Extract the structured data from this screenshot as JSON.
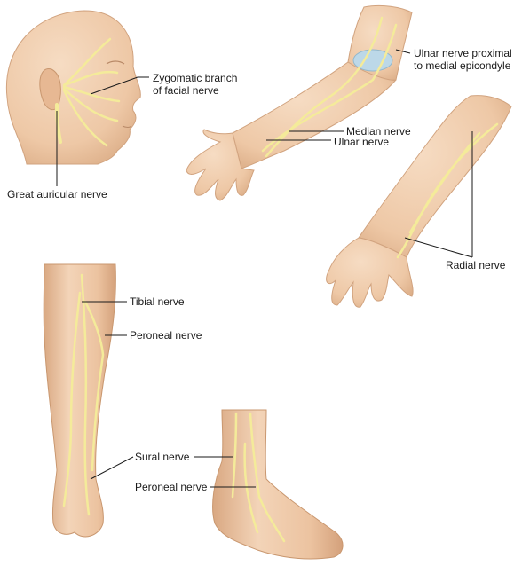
{
  "labels": {
    "zygomatic_line1": "Zygomatic branch",
    "zygomatic_line2": "of facial nerve",
    "great_auricular": "Great auricular nerve",
    "ulnar_proximal_line1": "Ulnar nerve proximal",
    "ulnar_proximal_line2": "to medial epicondyle",
    "median": "Median nerve",
    "ulnar": "Ulnar nerve",
    "radial": "Radial nerve",
    "tibial": "Tibial nerve",
    "peroneal_leg": "Peroneal nerve",
    "sural": "Sural nerve",
    "peroneal_foot": "Peroneal nerve"
  },
  "colors": {
    "skin": "#eec8a6",
    "skin_shadow": "#d9a882",
    "nerve": "#f4eb9a",
    "nerve_edge": "#d8c86a",
    "epicondyle": "#bcd8e8",
    "leader": "#1a1a1a"
  }
}
